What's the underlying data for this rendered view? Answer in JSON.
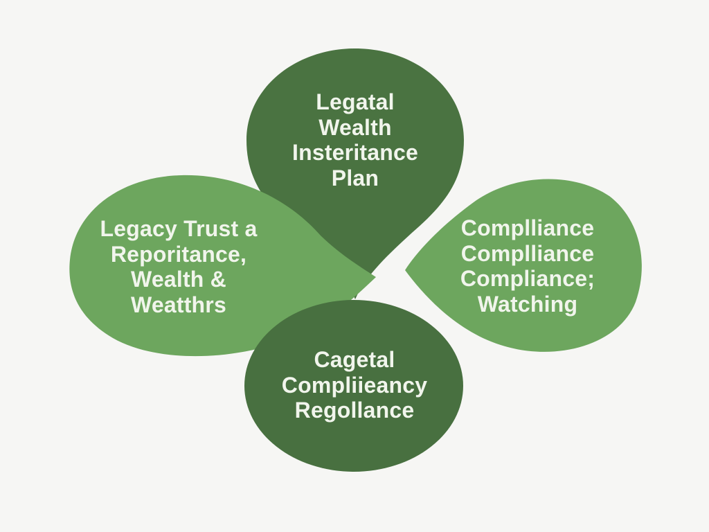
{
  "colors": {
    "background": "#f6f6f4",
    "petal_dark_green": "#4a7341",
    "petal_dark_green_bottom": "#487040",
    "petal_light_green": "#6da65e",
    "label_text": "#f1f5ec"
  },
  "diagram": {
    "top_petal": {
      "lines": [
        "Legatal",
        "Wealth",
        "Insteritance",
        "Plan"
      ]
    },
    "left_petal": {
      "lines": [
        "Legacy Trust a",
        "Reporitance,",
        "Wealth &",
        "Weatthrs"
      ]
    },
    "right_petal": {
      "lines": [
        "Complliance",
        "Complliance",
        "Compliance;",
        "Watching"
      ]
    },
    "bottom_petal": {
      "lines": [
        "Cagetal",
        "Compliieancy",
        "Regollance"
      ]
    }
  }
}
